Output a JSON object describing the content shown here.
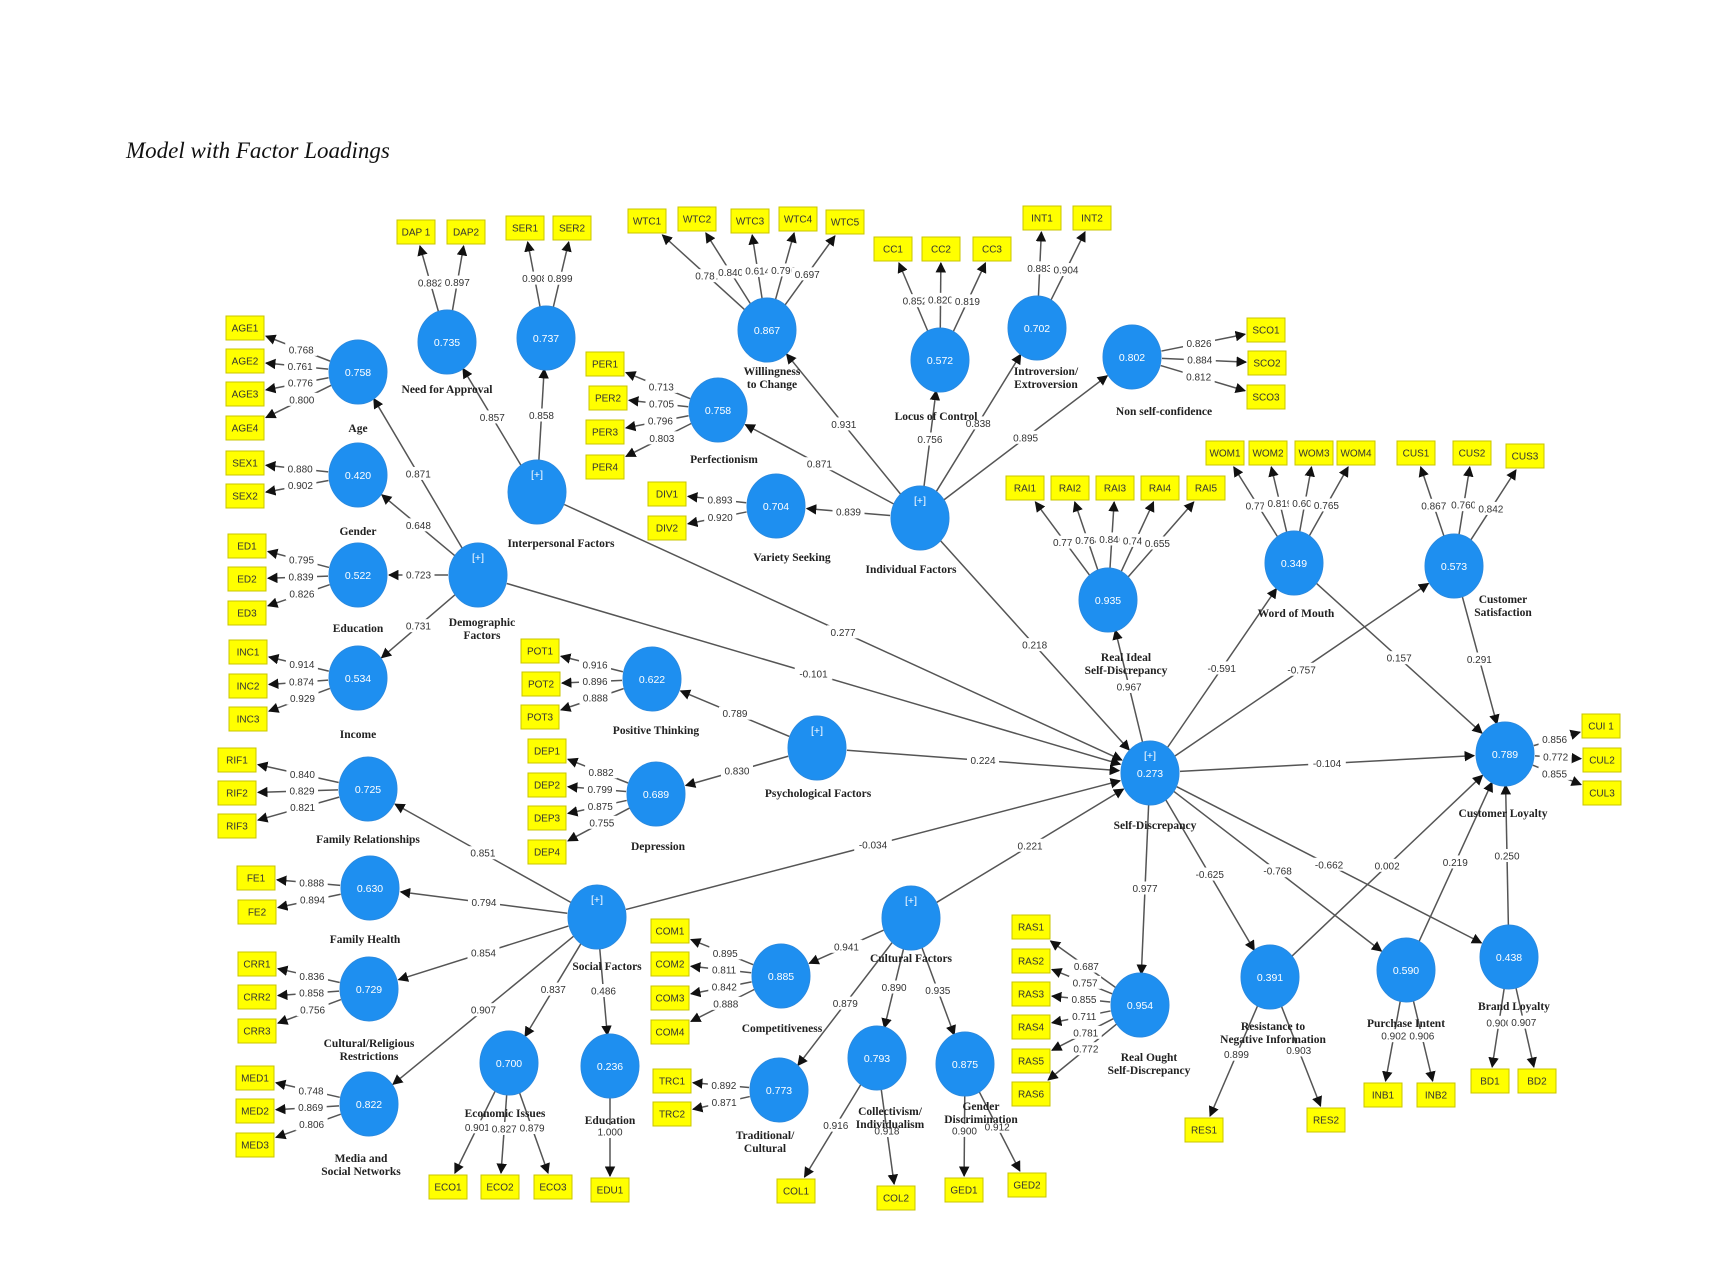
{
  "title": "Model with Factor Loadings",
  "colors": {
    "latent": "#1e8ff0",
    "indicator": "#ffff00",
    "edge": "#555555"
  },
  "latents": [
    {
      "id": "age",
      "label": [
        "Age"
      ],
      "value": "0.758"
    },
    {
      "id": "gender",
      "label": [
        "Gender"
      ],
      "value": "0.420"
    },
    {
      "id": "education_d",
      "label": [
        "Education"
      ],
      "value": "0.522"
    },
    {
      "id": "income",
      "label": [
        "Income"
      ],
      "value": "0.534"
    },
    {
      "id": "demographic",
      "label": [
        "Demographic",
        "Factors"
      ],
      "value": "[+]"
    },
    {
      "id": "approval",
      "label": [
        "Need for Approval"
      ],
      "value": "0.735"
    },
    {
      "id": "interpersonal",
      "label": [
        "Interpersonal Factors"
      ],
      "value": "[+]"
    },
    {
      "id": "ser",
      "label": [],
      "value": "0.737"
    },
    {
      "id": "perfectionism",
      "label": [
        "Perfectionism"
      ],
      "value": "0.758"
    },
    {
      "id": "willingness",
      "label": [
        "Willingness",
        "to Change"
      ],
      "value": "0.867"
    },
    {
      "id": "variety",
      "label": [
        "Variety Seeking"
      ],
      "value": "0.704"
    },
    {
      "id": "locus",
      "label": [
        "Locus of Control"
      ],
      "value": "0.572"
    },
    {
      "id": "introversion",
      "label": [
        "Introversion/",
        "Extroversion"
      ],
      "value": "0.702"
    },
    {
      "id": "nonconf",
      "label": [
        "Non self-confidence"
      ],
      "value": "0.802"
    },
    {
      "id": "individual",
      "label": [
        "Individual Factors"
      ],
      "value": "[+]"
    },
    {
      "id": "positive",
      "label": [
        "Positive Thinking"
      ],
      "value": "0.622"
    },
    {
      "id": "depression",
      "label": [
        "Depression"
      ],
      "value": "0.689"
    },
    {
      "id": "psychological",
      "label": [
        "Psychological Factors"
      ],
      "value": "[+]"
    },
    {
      "id": "realideal",
      "label": [
        "Real Ideal",
        "Self-Discrepancy"
      ],
      "value": "0.935"
    },
    {
      "id": "selfdisc",
      "label": [
        "Self-Discrepancy"
      ],
      "value": "[+]",
      "value2": "0.273"
    },
    {
      "id": "wom",
      "label": [
        "Word of Mouth"
      ],
      "value": "0.349"
    },
    {
      "id": "satisfaction",
      "label": [
        "Customer",
        "Satisfaction"
      ],
      "value": "0.573"
    },
    {
      "id": "loyalty",
      "label": [
        "Customer Loyalty"
      ],
      "value": "0.789"
    },
    {
      "id": "family_rel",
      "label": [
        "Family Relationships"
      ],
      "value": "0.725"
    },
    {
      "id": "family_health",
      "label": [
        "Family Health"
      ],
      "value": "0.630"
    },
    {
      "id": "cultrel",
      "label": [
        "Cultural/Religious",
        "Restrictions"
      ],
      "value": "0.729"
    },
    {
      "id": "media",
      "label": [
        "Media and",
        "Social Networks"
      ],
      "value": "0.822"
    },
    {
      "id": "social",
      "label": [
        "Social Factors"
      ],
      "value": "[+]"
    },
    {
      "id": "economic",
      "label": [
        "Economic Issues"
      ],
      "value": "0.700"
    },
    {
      "id": "education_s",
      "label": [
        "Education"
      ],
      "value": "0.236"
    },
    {
      "id": "competitiveness",
      "label": [
        "Competitiveness"
      ],
      "value": "0.885"
    },
    {
      "id": "traditional",
      "label": [
        "Traditional/",
        "Cultural"
      ],
      "value": "0.773"
    },
    {
      "id": "cultural",
      "label": [
        "Cultural Factors"
      ],
      "value": "[+]"
    },
    {
      "id": "collectivism",
      "label": [
        "Collectivism/",
        "Individualism"
      ],
      "value": "0.793"
    },
    {
      "id": "genderdisc",
      "label": [
        "Gender",
        "Discrimination"
      ],
      "value": "0.875"
    },
    {
      "id": "realought",
      "label": [
        "Real Ought",
        "Self-Discrepancy"
      ],
      "value": "0.954"
    },
    {
      "id": "resistance",
      "label": [
        "Resistance to",
        "Negative Information"
      ],
      "value": "0.391"
    },
    {
      "id": "purchase",
      "label": [
        "Purchase Intent"
      ],
      "value": "0.590"
    },
    {
      "id": "brand",
      "label": [
        "Brand Loyalty"
      ],
      "value": "0.438"
    }
  ],
  "indicators": [
    {
      "id": "AGE1",
      "latent": "age",
      "loading": "0.768"
    },
    {
      "id": "AGE2",
      "latent": "age",
      "loading": "0.761"
    },
    {
      "id": "AGE3",
      "latent": "age",
      "loading": "0.776"
    },
    {
      "id": "AGE4",
      "latent": "age",
      "loading": "0.800"
    },
    {
      "id": "SEX1",
      "latent": "gender",
      "loading": "0.880"
    },
    {
      "id": "SEX2",
      "latent": "gender",
      "loading": "0.902"
    },
    {
      "id": "ED1",
      "latent": "education_d",
      "loading": "0.795"
    },
    {
      "id": "ED2",
      "latent": "education_d",
      "loading": "0.839"
    },
    {
      "id": "ED3",
      "latent": "education_d",
      "loading": "0.826"
    },
    {
      "id": "INC1",
      "latent": "income",
      "loading": "0.914"
    },
    {
      "id": "INC2",
      "latent": "income",
      "loading": "0.874"
    },
    {
      "id": "INC3",
      "latent": "income",
      "loading": "0.929"
    },
    {
      "id": "DAP 1",
      "latent": "approval",
      "loading": "0.882"
    },
    {
      "id": "DAP2",
      "latent": "approval",
      "loading": "0.897"
    },
    {
      "id": "SER1",
      "latent": "ser",
      "loading": "0.908"
    },
    {
      "id": "SER2",
      "latent": "ser",
      "loading": "0.899"
    },
    {
      "id": "PER1",
      "latent": "perfectionism",
      "loading": "0.713"
    },
    {
      "id": "PER2",
      "latent": "perfectionism",
      "loading": "0.705"
    },
    {
      "id": "PER3",
      "latent": "perfectionism",
      "loading": "0.796"
    },
    {
      "id": "PER4",
      "latent": "perfectionism",
      "loading": "0.803"
    },
    {
      "id": "WTC1",
      "latent": "willingness",
      "loading": "0.787"
    },
    {
      "id": "WTC2",
      "latent": "willingness",
      "loading": "0.840"
    },
    {
      "id": "WTC3",
      "latent": "willingness",
      "loading": "0.614"
    },
    {
      "id": "WTC4",
      "latent": "willingness",
      "loading": "0.790"
    },
    {
      "id": "WTC5",
      "latent": "willingness",
      "loading": "0.697"
    },
    {
      "id": "DIV1",
      "latent": "variety",
      "loading": "0.893"
    },
    {
      "id": "DIV2",
      "latent": "variety",
      "loading": "0.920"
    },
    {
      "id": "CC1",
      "latent": "locus",
      "loading": "0.852"
    },
    {
      "id": "CC2",
      "latent": "locus",
      "loading": "0.820"
    },
    {
      "id": "CC3",
      "latent": "locus",
      "loading": "0.819"
    },
    {
      "id": "INT1",
      "latent": "introversion",
      "loading": "0.883"
    },
    {
      "id": "INT2",
      "latent": "introversion",
      "loading": "0.904"
    },
    {
      "id": "SCO1",
      "latent": "nonconf",
      "loading": "0.826"
    },
    {
      "id": "SCO2",
      "latent": "nonconf",
      "loading": "0.884"
    },
    {
      "id": "SCO3",
      "latent": "nonconf",
      "loading": "0.812"
    },
    {
      "id": "POT1",
      "latent": "positive",
      "loading": "0.916"
    },
    {
      "id": "POT2",
      "latent": "positive",
      "loading": "0.896"
    },
    {
      "id": "POT3",
      "latent": "positive",
      "loading": "0.888"
    },
    {
      "id": "DEP1",
      "latent": "depression",
      "loading": "0.882"
    },
    {
      "id": "DEP2",
      "latent": "depression",
      "loading": "0.799"
    },
    {
      "id": "DEP3",
      "latent": "depression",
      "loading": "0.875"
    },
    {
      "id": "DEP4",
      "latent": "depression",
      "loading": "0.755"
    },
    {
      "id": "RAI1",
      "latent": "realideal",
      "loading": "0.774"
    },
    {
      "id": "RAI2",
      "latent": "realideal",
      "loading": "0.764"
    },
    {
      "id": "RAI3",
      "latent": "realideal",
      "loading": "0.840"
    },
    {
      "id": "RAI4",
      "latent": "realideal",
      "loading": "0.743"
    },
    {
      "id": "RAI5",
      "latent": "realideal",
      "loading": "0.655"
    },
    {
      "id": "WOM1",
      "latent": "wom",
      "loading": "0.777"
    },
    {
      "id": "WOM2",
      "latent": "wom",
      "loading": "0.819"
    },
    {
      "id": "WOM3",
      "latent": "wom",
      "loading": "0.609"
    },
    {
      "id": "WOM4",
      "latent": "wom",
      "loading": "0.765"
    },
    {
      "id": "CUS1",
      "latent": "satisfaction",
      "loading": "0.867"
    },
    {
      "id": "CUS2",
      "latent": "satisfaction",
      "loading": "0.760"
    },
    {
      "id": "CUS3",
      "latent": "satisfaction",
      "loading": "0.842"
    },
    {
      "id": "CUI 1",
      "latent": "loyalty",
      "loading": "0.856"
    },
    {
      "id": "CUL2",
      "latent": "loyalty",
      "loading": "0.772"
    },
    {
      "id": "CUL3",
      "latent": "loyalty",
      "loading": "0.855"
    },
    {
      "id": "RIF1",
      "latent": "family_rel",
      "loading": "0.840"
    },
    {
      "id": "RIF2",
      "latent": "family_rel",
      "loading": "0.829"
    },
    {
      "id": "RIF3",
      "latent": "family_rel",
      "loading": "0.821"
    },
    {
      "id": "FE1",
      "latent": "family_health",
      "loading": "0.888"
    },
    {
      "id": "FE2",
      "latent": "family_health",
      "loading": "0.894"
    },
    {
      "id": "CRR1",
      "latent": "cultrel",
      "loading": "0.836"
    },
    {
      "id": "CRR2",
      "latent": "cultrel",
      "loading": "0.858"
    },
    {
      "id": "CRR3",
      "latent": "cultrel",
      "loading": "0.756"
    },
    {
      "id": "MED1",
      "latent": "media",
      "loading": "0.748"
    },
    {
      "id": "MED2",
      "latent": "media",
      "loading": "0.869"
    },
    {
      "id": "MED3",
      "latent": "media",
      "loading": "0.806"
    },
    {
      "id": "ECO1",
      "latent": "economic",
      "loading": "0.901"
    },
    {
      "id": "ECO2",
      "latent": "economic",
      "loading": "0.827"
    },
    {
      "id": "ECO3",
      "latent": "economic",
      "loading": "0.879"
    },
    {
      "id": "EDU1",
      "latent": "education_s",
      "loading": "1.000"
    },
    {
      "id": "COM1",
      "latent": "competitiveness",
      "loading": "0.895"
    },
    {
      "id": "COM2",
      "latent": "competitiveness",
      "loading": "0.811"
    },
    {
      "id": "COM3",
      "latent": "competitiveness",
      "loading": "0.842"
    },
    {
      "id": "COM4",
      "latent": "competitiveness",
      "loading": "0.888"
    },
    {
      "id": "TRC1",
      "latent": "traditional",
      "loading": "0.892"
    },
    {
      "id": "TRC2",
      "latent": "traditional",
      "loading": "0.871"
    },
    {
      "id": "COL1",
      "latent": "collectivism",
      "loading": "0.916"
    },
    {
      "id": "COL2",
      "latent": "collectivism",
      "loading": "0.918"
    },
    {
      "id": "GED1",
      "latent": "genderdisc",
      "loading": "0.900"
    },
    {
      "id": "GED2",
      "latent": "genderdisc",
      "loading": "0.912"
    },
    {
      "id": "RAS1",
      "latent": "realought",
      "loading": "0.687"
    },
    {
      "id": "RAS2",
      "latent": "realought",
      "loading": "0.757"
    },
    {
      "id": "RAS3",
      "latent": "realought",
      "loading": "0.855"
    },
    {
      "id": "RAS4",
      "latent": "realought",
      "loading": "0.711"
    },
    {
      "id": "RAS5",
      "latent": "realought",
      "loading": "0.781"
    },
    {
      "id": "RAS6",
      "latent": "realought",
      "loading": "0.772"
    },
    {
      "id": "RES1",
      "latent": "resistance",
      "loading": "0.899"
    },
    {
      "id": "RES2",
      "latent": "resistance",
      "loading": "0.903"
    },
    {
      "id": "INB1",
      "latent": "purchase",
      "loading": "0.902"
    },
    {
      "id": "INB2",
      "latent": "purchase",
      "loading": "0.906"
    },
    {
      "id": "BD1",
      "latent": "brand",
      "loading": "0.900"
    },
    {
      "id": "BD2",
      "latent": "brand",
      "loading": "0.907"
    }
  ],
  "paths": [
    {
      "from": "demographic",
      "to": "age",
      "value": "0.871"
    },
    {
      "from": "demographic",
      "to": "gender",
      "value": "0.648"
    },
    {
      "from": "demographic",
      "to": "education_d",
      "value": "0.723"
    },
    {
      "from": "demographic",
      "to": "income",
      "value": "0.731"
    },
    {
      "from": "interpersonal",
      "to": "approval",
      "value": "0.857"
    },
    {
      "from": "interpersonal",
      "to": "ser",
      "value": "0.858"
    },
    {
      "from": "individual",
      "to": "willingness",
      "value": "0.931"
    },
    {
      "from": "individual",
      "to": "perfectionism",
      "value": "0.871"
    },
    {
      "from": "individual",
      "to": "variety",
      "value": "0.839"
    },
    {
      "from": "individual",
      "to": "locus",
      "value": "0.756"
    },
    {
      "from": "individual",
      "to": "introversion",
      "value": "0.838"
    },
    {
      "from": "individual",
      "to": "nonconf",
      "value": "0.895"
    },
    {
      "from": "psychological",
      "to": "positive",
      "value": "0.789"
    },
    {
      "from": "psychological",
      "to": "depression",
      "value": "0.830"
    },
    {
      "from": "social",
      "to": "family_rel",
      "value": "0.851"
    },
    {
      "from": "social",
      "to": "family_health",
      "value": "0.794"
    },
    {
      "from": "social",
      "to": "cultrel",
      "value": "0.854"
    },
    {
      "from": "social",
      "to": "media",
      "value": "0.907"
    },
    {
      "from": "social",
      "to": "economic",
      "value": "0.837"
    },
    {
      "from": "social",
      "to": "education_s",
      "value": "0.486"
    },
    {
      "from": "cultural",
      "to": "competitiveness",
      "value": "0.941"
    },
    {
      "from": "cultural",
      "to": "traditional",
      "value": "0.879"
    },
    {
      "from": "cultural",
      "to": "collectivism",
      "value": "0.890"
    },
    {
      "from": "cultural",
      "to": "genderdisc",
      "value": "0.935"
    },
    {
      "from": "selfdisc",
      "to": "realideal",
      "value": "0.967"
    },
    {
      "from": "selfdisc",
      "to": "realought",
      "value": "0.977"
    },
    {
      "from": "interpersonal",
      "to": "selfdisc",
      "value": "0.277"
    },
    {
      "from": "demographic",
      "to": "selfdisc",
      "value": "-0.101"
    },
    {
      "from": "individual",
      "to": "selfdisc",
      "value": "0.218"
    },
    {
      "from": "psychological",
      "to": "selfdisc",
      "value": "0.224"
    },
    {
      "from": "social",
      "to": "selfdisc",
      "value": "-0.034"
    },
    {
      "from": "cultural",
      "to": "selfdisc",
      "value": "0.221"
    },
    {
      "from": "selfdisc",
      "to": "wom",
      "value": "-0.591"
    },
    {
      "from": "selfdisc",
      "to": "satisfaction",
      "value": "-0.757"
    },
    {
      "from": "selfdisc",
      "to": "loyalty",
      "value": "-0.104"
    },
    {
      "from": "selfdisc",
      "to": "resistance",
      "value": "-0.625"
    },
    {
      "from": "selfdisc",
      "to": "purchase",
      "value": "-0.768"
    },
    {
      "from": "selfdisc",
      "to": "brand",
      "value": "-0.662"
    },
    {
      "from": "wom",
      "to": "loyalty",
      "value": "0.157"
    },
    {
      "from": "satisfaction",
      "to": "loyalty",
      "value": "0.291"
    },
    {
      "from": "resistance",
      "to": "loyalty",
      "value": "0.002"
    },
    {
      "from": "purchase",
      "to": "loyalty",
      "value": "0.219"
    },
    {
      "from": "brand",
      "to": "loyalty",
      "value": "0.250"
    }
  ]
}
